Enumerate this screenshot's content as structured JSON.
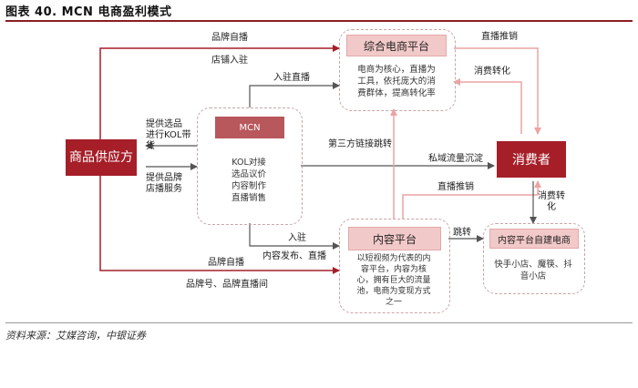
{
  "title": "图表 40. MCN 电商盈利模式",
  "source": "资料来源：艾媒咨询，中银证券",
  "nodes": {
    "supplier": "商品供应方",
    "platform": "综合电商平台",
    "platform_desc": [
      "电商为核心，直播为",
      "工具，依托庞大的消",
      "费群体，提高转化率"
    ],
    "mcn": "MCN",
    "mcn_desc": [
      "KOL对接",
      "选品议价",
      "内容制作",
      "直播销售"
    ],
    "consumer": "消费者",
    "content": "内容平台",
    "content_desc": [
      "以短视频为代表的内",
      "容平台，内容为核",
      "心，拥有巨大的流量",
      "池，电商为变现方式",
      "之一"
    ],
    "self_ecom": "内容平台自建电商",
    "self_ecom_desc": [
      "快手小店、魔筷、抖",
      "音小店"
    ]
  },
  "edges": {
    "brand_self_live_top": "品牌自播",
    "shop_entry": "店铺入驻",
    "entry_live": "入驻直播",
    "provide_select": [
      "提供选品",
      "进行KOL带",
      "货"
    ],
    "provide_brand": [
      "提供品牌",
      "店播服务"
    ],
    "third_party_link": "第三方链接跳转",
    "private_traffic": "私域流量沉淀",
    "live_push_top": "直播推销",
    "consume_convert_top": "消费转化",
    "live_push_mid": "直播推销",
    "consume_convert_right": [
      "消费转",
      "化"
    ],
    "entry": "入驻",
    "content_publish": "内容发布、直播",
    "jump": "跳转",
    "brand_self_live_bottom": "品牌自播",
    "brand_live_room": "品牌号、品牌直播间"
  },
  "colors": {
    "dark_red": "#a51e28",
    "pink": "#f2c9c9",
    "mcn_head": "#b8575c",
    "arrow_dark": "#a51e28",
    "arrow_light": "#eba3a3",
    "arrow_gray": "#555555"
  }
}
